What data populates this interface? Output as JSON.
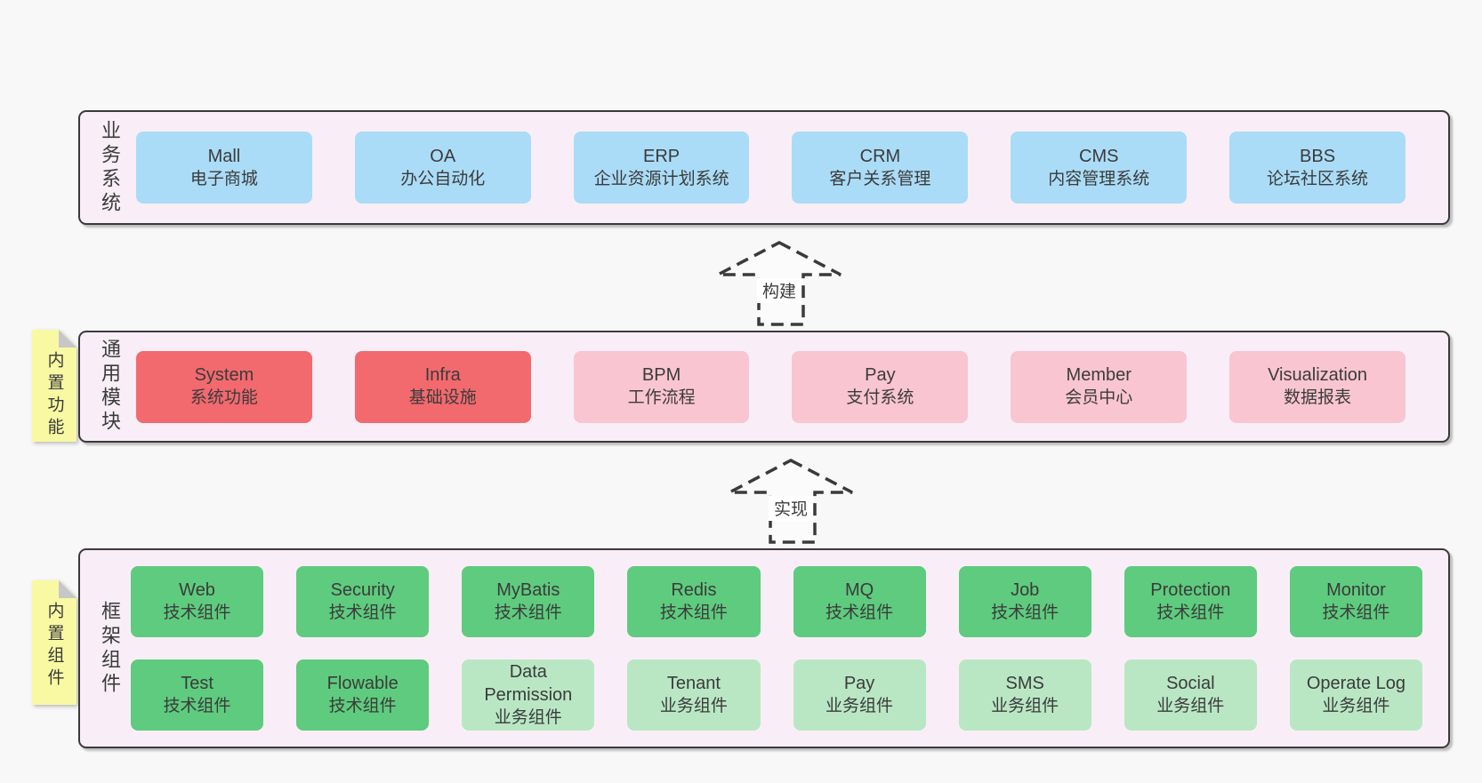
{
  "colors": {
    "page_bg": "#f8f8f8",
    "container_bg": "#f9eef7",
    "container_border": "#3a3a3a",
    "text": "#3b3b3b",
    "blue_box": "#aadcf7",
    "red_box": "#f2696e",
    "pink_box": "#f9c5d0",
    "green_box": "#5ecb7e",
    "light_green_box": "#b9e7c4",
    "note_yellow": "#f9f9a3",
    "note_fold_gray": "#c7c7c9"
  },
  "notes": [
    {
      "label": "内置功能"
    },
    {
      "label": "内置组件"
    }
  ],
  "arrows": [
    {
      "label": "构建"
    },
    {
      "label": "实现"
    }
  ],
  "layers": [
    {
      "label": "业务系统",
      "boxes": [
        {
          "title": "Mall",
          "subtitle": "电子商城"
        },
        {
          "title": "OA",
          "subtitle": "办公自动化"
        },
        {
          "title": "ERP",
          "subtitle": "企业资源计划系统"
        },
        {
          "title": "CRM",
          "subtitle": "客户关系管理"
        },
        {
          "title": "CMS",
          "subtitle": "内容管理系统"
        },
        {
          "title": "BBS",
          "subtitle": "论坛社区系统"
        }
      ]
    },
    {
      "label": "通用模块",
      "boxes": [
        {
          "title": "System",
          "subtitle": "系统功能"
        },
        {
          "title": "Infra",
          "subtitle": "基础设施"
        },
        {
          "title": "BPM",
          "subtitle": "工作流程"
        },
        {
          "title": "Pay",
          "subtitle": "支付系统"
        },
        {
          "title": "Member",
          "subtitle": "会员中心"
        },
        {
          "title": "Visualization",
          "subtitle": "数据报表"
        }
      ]
    },
    {
      "label": "框架组件",
      "rows": [
        [
          {
            "title": "Web",
            "subtitle": "技术组件"
          },
          {
            "title": "Security",
            "subtitle": "技术组件"
          },
          {
            "title": "MyBatis",
            "subtitle": "技术组件"
          },
          {
            "title": "Redis",
            "subtitle": "技术组件"
          },
          {
            "title": "MQ",
            "subtitle": "技术组件"
          },
          {
            "title": "Job",
            "subtitle": "技术组件"
          },
          {
            "title": "Protection",
            "subtitle": "技术组件"
          },
          {
            "title": "Monitor",
            "subtitle": "技术组件"
          }
        ],
        [
          {
            "title": "Test",
            "subtitle": "技术组件"
          },
          {
            "title": "Flowable",
            "subtitle": "技术组件"
          },
          {
            "title": "Data Permission",
            "subtitle": "业务组件"
          },
          {
            "title": "Tenant",
            "subtitle": "业务组件"
          },
          {
            "title": "Pay",
            "subtitle": "业务组件"
          },
          {
            "title": "SMS",
            "subtitle": "业务组件"
          },
          {
            "title": "Social",
            "subtitle": "业务组件"
          },
          {
            "title": "Operate Log",
            "subtitle": "业务组件"
          }
        ]
      ]
    }
  ]
}
